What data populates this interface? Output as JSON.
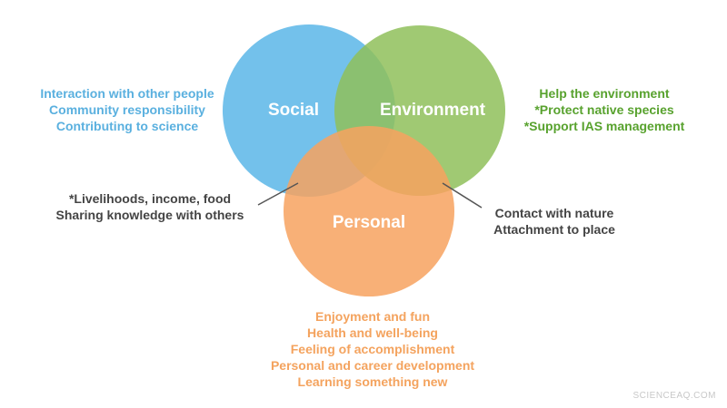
{
  "colors": {
    "social": "#5bb6e8",
    "environment": "#8fc05a",
    "personal": "#f7a25f",
    "social_text": "#5ab0df",
    "environment_text": "#58a22e",
    "personal_text": "#f4a35e",
    "dark_text": "#444444",
    "connector": "#555555",
    "watermark": "#c8c8c8"
  },
  "circles": {
    "social": "Social",
    "environment": "Environment",
    "personal": "Personal"
  },
  "social_notes": [
    "Interaction with other people",
    "Community responsibility",
    "Contributing to science"
  ],
  "environment_notes": [
    "Help the environment",
    "*Protect native species",
    "*Support IAS management"
  ],
  "social_personal_notes": [
    "*Livelihoods, income, food",
    "Sharing knowledge with others"
  ],
  "environment_personal_notes": [
    "Contact with nature",
    "Attachment to place"
  ],
  "personal_notes": [
    "Enjoyment and fun",
    "Health and well-being",
    "Feeling of accomplishment",
    "Personal and career development",
    "Learning something new"
  ],
  "watermark": "SCIENCEAQ.COM"
}
